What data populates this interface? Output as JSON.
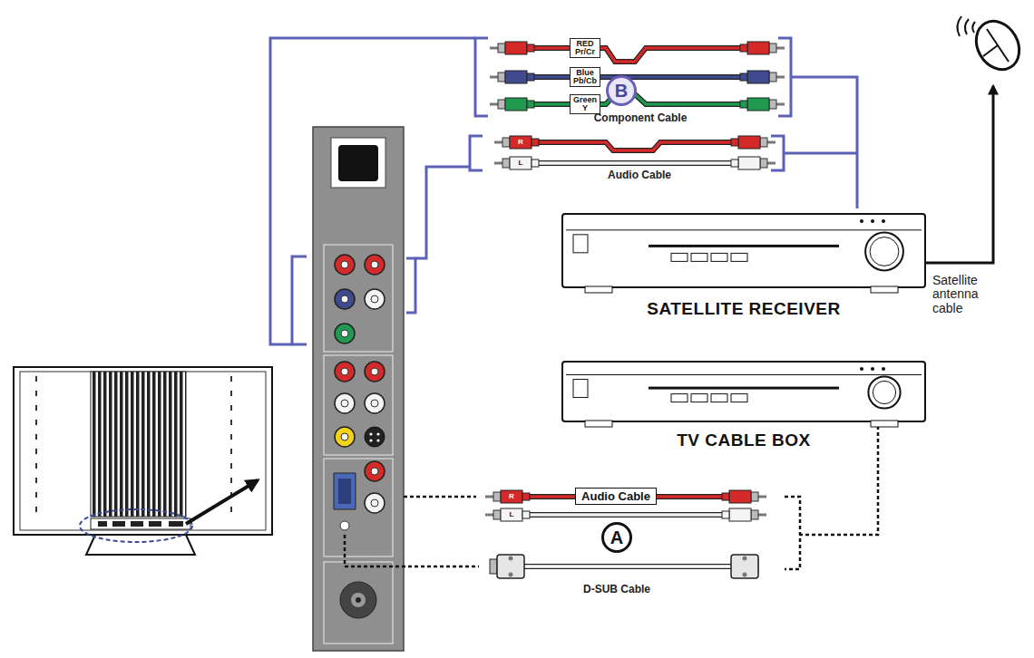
{
  "diagram": {
    "nodes": [
      {
        "text": [
          "RED Pr/Cr"
        ]
      },
      {
        "text": [
          "Blue Pb/Cb"
        ]
      },
      {
        "text": [
          "Green Y"
        ]
      },
      {
        "text": [
          "B"
        ]
      },
      {
        "text": [
          "SATELLITE RECEIVER"
        ]
      },
      {
        "text": [
          "TV CABLE BOX"
        ]
      },
      {
        "text": [
          "Audio Cable"
        ]
      },
      {
        "text": [
          "A"
        ]
      }
    ],
    "labels": [
      "Component Cable",
      "R",
      "L",
      "Audio Cable",
      "Satellite antenna cable",
      "R",
      "L",
      "D-SUB Cable"
    ]
  }
}
